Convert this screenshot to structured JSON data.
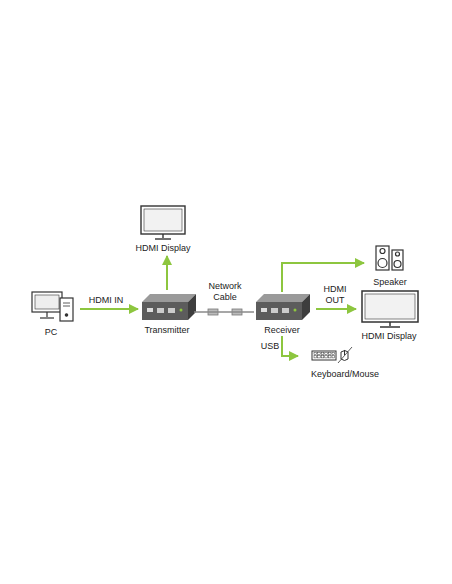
{
  "diagram": {
    "nodes": [
      {
        "text": [
          "PC"
        ]
      },
      {
        "text": [
          "Transmitter"
        ]
      },
      {
        "text": [
          "HDMI Display"
        ]
      },
      {
        "text": [
          "Receiver"
        ]
      },
      {
        "text": [
          "Speaker"
        ]
      },
      {
        "text": [
          "HDMI Display"
        ]
      },
      {
        "text": [
          "Keyboard/Mouse"
        ]
      }
    ],
    "edges": [
      {
        "from": 0,
        "to": 1,
        "label": "HDMI IN",
        "arrow": "to"
      },
      {
        "from": 1,
        "to": 2,
        "arrow": "to"
      },
      {
        "from": 1,
        "to": 3,
        "label": "Network Cable",
        "arrow": "none"
      },
      {
        "from": 3,
        "to": 4,
        "arrow": "to"
      },
      {
        "from": 3,
        "to": 5,
        "label": "HDMI OUT",
        "arrow": "to"
      },
      {
        "from": 3,
        "to": 6,
        "label": "USB",
        "arrow": "to"
      }
    ]
  }
}
